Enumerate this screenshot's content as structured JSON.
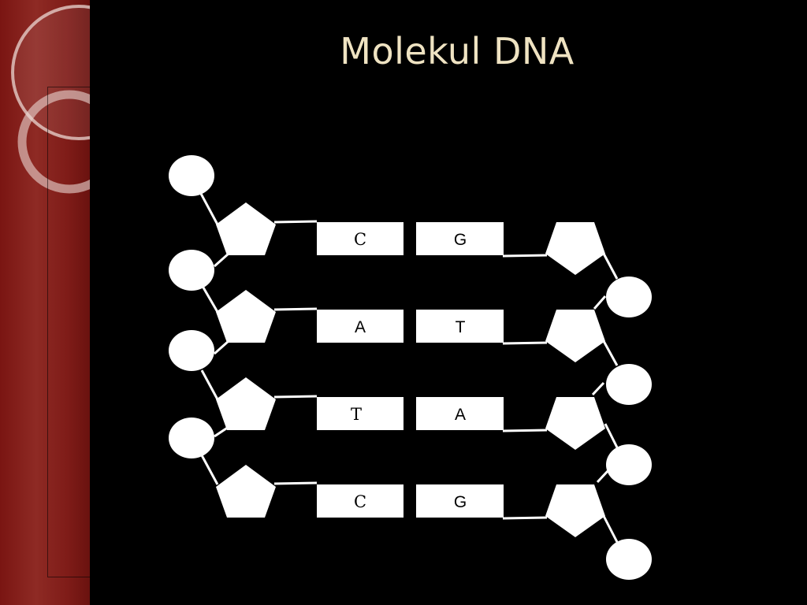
{
  "slide": {
    "title": "Molekul DNA"
  },
  "colors": {
    "background": "#000000",
    "side_panel": "#7f1c18",
    "title_text": "#efe3c2",
    "shapes": "#ffffff",
    "label_text": "#000000"
  },
  "diagram": {
    "left_strand_labels": [
      "C",
      "A",
      "T",
      "C"
    ],
    "right_strand_labels": [
      "G",
      "T",
      "A",
      "G"
    ]
  }
}
